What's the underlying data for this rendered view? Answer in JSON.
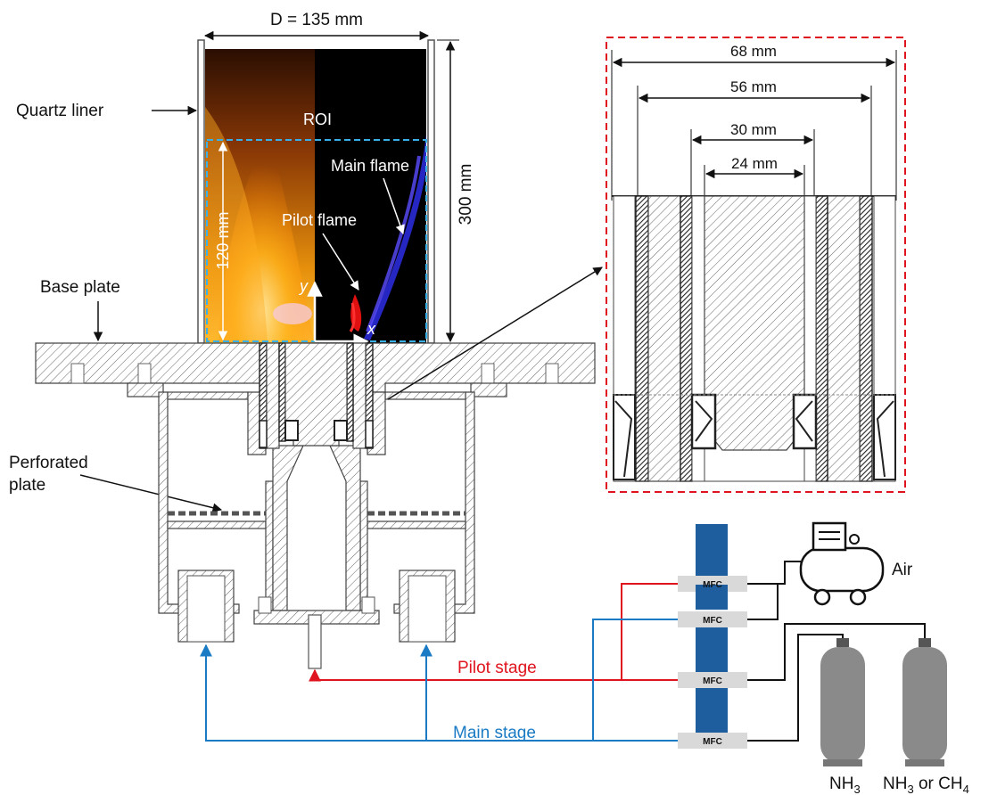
{
  "labels": {
    "diameter": "D = 135 mm",
    "roi": "ROI",
    "quartz_liner": "Quartz liner",
    "base_plate": "Base plate",
    "perforated_plate_1": "Perforated",
    "perforated_plate_2": "plate",
    "main_flame": "Main flame",
    "pilot_flame": "Pilot flame",
    "axis_y": "y",
    "axis_x": "x",
    "height_120": "120 mm",
    "height_300": "300 mm",
    "air": "Air",
    "pilot_stage": "Pilot stage",
    "main_stage": "Main stage",
    "nh3": "NH",
    "nh3_or": "NH",
    "or_ch": " or CH",
    "sub3": "3",
    "sub4": "4"
  },
  "detail": {
    "dim_68": "68 mm",
    "dim_56": "56 mm",
    "dim_30": "30 mm",
    "dim_24": "24 mm"
  },
  "mfc_labels": [
    "MFC",
    "MFC",
    "MFC",
    "MFC"
  ],
  "colors": {
    "pilot_line": "#e0141e",
    "main_line": "#1a7bc4",
    "mfc_block": "#1f5e9e",
    "roi_box": "#3ab0e8",
    "detail_box": "#e0141e",
    "cylinder": "#8a8a8a"
  }
}
